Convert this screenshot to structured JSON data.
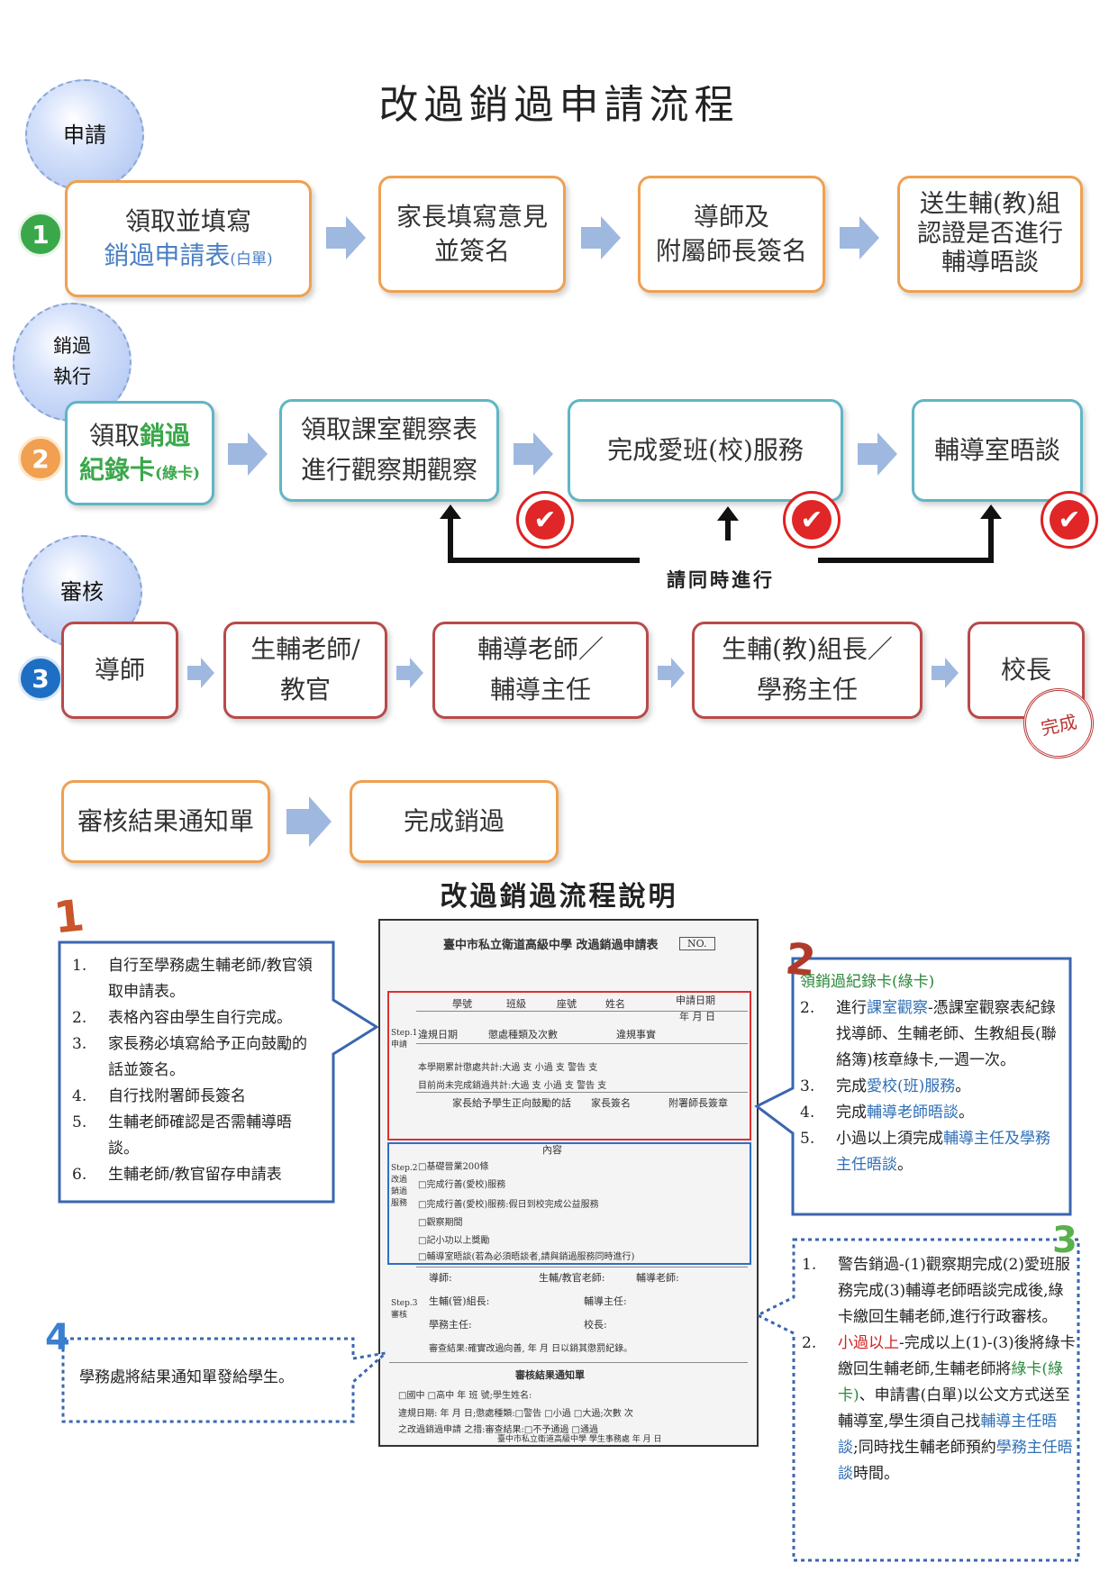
{
  "title": "改過銷過申請流程",
  "stages": {
    "apply": "申請",
    "execute": "銷過\n執行",
    "review": "審核"
  },
  "row1": {
    "num": "1",
    "b1_line1": "領取並填寫",
    "b1_line2": "銷過申請表",
    "b1_note": "(白單)",
    "b2": "家長填寫意見\n並簽名",
    "b3": "導師及\n附屬師長簽名",
    "b4": "送生輔(教)組\n認證是否進行\n輔導晤談"
  },
  "row2": {
    "num": "2",
    "b1_pre": "領取",
    "b1_hl1": "銷過",
    "b1_hl2": "紀錄卡",
    "b1_note": "(綠卡)",
    "b2": "領取課室觀察表\n進行觀察期觀察",
    "b3": "完成愛班(校)服務",
    "b4": "輔導室晤談",
    "concurrent": "請同時進行"
  },
  "row3": {
    "num": "3",
    "b1": "導師",
    "b2": "生輔老師/\n教官",
    "b3": "輔導老師／\n輔導主任",
    "b4": "生輔(教)組長／\n學務主任",
    "b5": "校長",
    "stamp": "完成"
  },
  "row4": {
    "b1": "審核結果通知單",
    "b2": "完成銷過"
  },
  "explain_title": "改過銷過流程說明",
  "note1": {
    "badge": "1",
    "items": [
      {
        "n": "1.",
        "text": "自行至學務處生輔老師/教官領取申請表。"
      },
      {
        "n": "2.",
        "text": "表格內容由學生自行完成。"
      },
      {
        "n": "3.",
        "text": "家長務必填寫給予正向鼓勵的話並簽名。"
      },
      {
        "n": "4.",
        "text": "自行找附署師長簽名"
      },
      {
        "n": "5.",
        "text": "生輔老師確認是否需輔導晤談。"
      },
      {
        "n": "6.",
        "text": "生輔老師/教官留存申請表"
      }
    ]
  },
  "note2": {
    "badge": "2",
    "lead": "領銷過紀錄卡(綠卡)",
    "i2_pre": "進行",
    "i2_hl": "課室觀察",
    "i2_post": "-憑課室觀察表紀錄找導師、生輔老師、生教組長(聯絡簿)核章綠卡,一週一次。",
    "i3_pre": "完成",
    "i3_hl": "愛校(班)服務",
    "i3_post": "。",
    "i4_pre": "完成",
    "i4_hl": "輔導老師晤談",
    "i4_post": "。",
    "i5_pre": "小過以上須完成",
    "i5_hl": "輔導主任及學務主任晤談",
    "i5_post": "。"
  },
  "note3": {
    "badge": "3",
    "i1": "警告銷過-(1)觀察期完成(2)愛班服務完成(3)輔導老師晤談完成後,綠卡繳回生輔老師,進行行政審核。",
    "i2_hl": "小過以上",
    "i2_a": "-完成以上(1)-(3)後將綠卡繳回生輔老師,生輔老師將",
    "i2_green": "綠卡(綠卡)",
    "i2_b": "、申請書(白單)以公文方式送至輔導室,學生須自己找",
    "i2_hl2": "輔導主任晤談",
    "i2_c": ";同時找生輔老師預約",
    "i2_hl3": "學務主任晤談",
    "i2_d": "時間。"
  },
  "note4": {
    "badge": "4",
    "text": "學務處將結果通知單發給學生。"
  },
  "form": {
    "title": "臺中市私立衛道高級中學 改過銷過申請表",
    "no": "NO.",
    "step1": "Step.1 申請",
    "step2": "Step.2 改過銷過服務",
    "step3": "Step.3 審核",
    "f1": "學號",
    "f2": "班級",
    "f3": "座號",
    "f4": "姓名",
    "f5": "申請日期",
    "f6": "年 月 日",
    "f7": "違規日期",
    "f8": "懲處種類及次數",
    "f9": "違規事實",
    "f10": "本學期累計懲處共計:大過 支 小過 支 警告 支",
    "f11": "目前尚未完成銷過共計:大過 支 小過 支 警告 支",
    "f12": "家長給予學生正向鼓勵的話",
    "f13": "家長簽名",
    "f14": "附署師長簽章",
    "f15": "內容",
    "f16": "□基礎晉業200條",
    "f17": "□完成行善(愛校)服務",
    "f18": "□完成行善(愛校)服務:假日到校完成公益服務",
    "f19": "□觀察期間",
    "f20": "□記小功以上獎勵",
    "f21": "□輔導室晤談(若為必須晤談者,請與銷過服務同時進行)",
    "f22": "導師:",
    "f23": "生輔/教官老師:",
    "f24": "輔導老師:",
    "f25": "生輔(管)組長:",
    "f26": "輔導主任:",
    "f27": "學務主任:",
    "f28": "校長:",
    "f29": "審查結果:確實改過向善, 年 月 日以銷其懲罰紀錄。",
    "f30": "審核結果通知單",
    "f31": "□國中 □高中 年 班 號;學生姓名:",
    "f32": "違規日期: 年 月 日;懲處種類:□警告 □小過 □大過;次數 次",
    "f33": "之改過銷過申請 之措:審查結果:□不予通過 □通過",
    "f34": "臺中市私立衛道高級中學 學生事務處 年 月 日"
  },
  "colors": {
    "orange": "#f0a050",
    "teal": "#5fb6c4",
    "red": "#b84a4a",
    "blue": "#2f6fb6",
    "green": "#3aa84a"
  }
}
